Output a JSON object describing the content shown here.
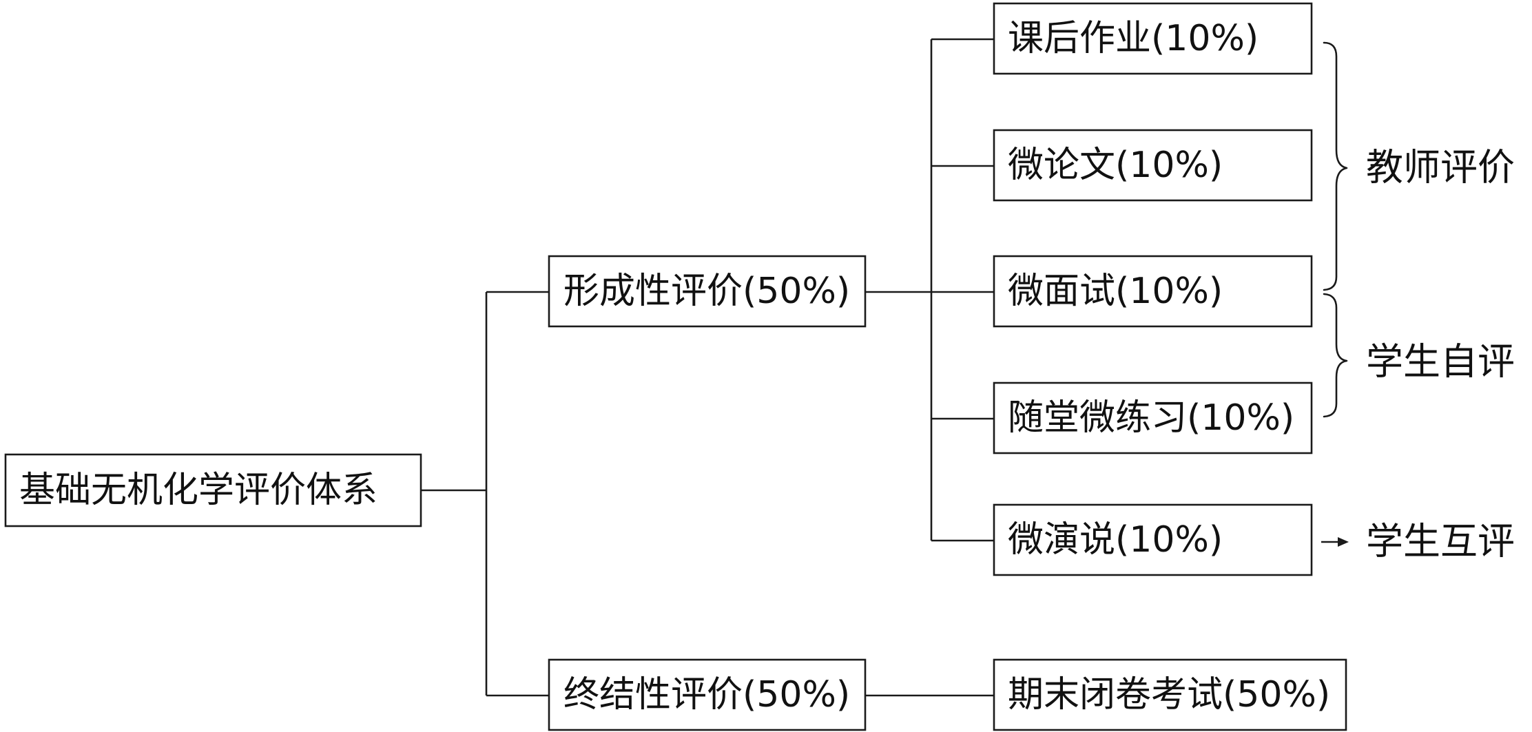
{
  "root": {
    "label": "基础无机化学评价体系"
  },
  "formative": {
    "label": "形成性评价(50%)",
    "items": [
      {
        "label": "课后作业(10%)"
      },
      {
        "label": "微论文(10%)"
      },
      {
        "label": "微面试(10%)"
      },
      {
        "label": "随堂微练习(10%)"
      },
      {
        "label": "微演说(10%)"
      }
    ]
  },
  "summative": {
    "label": "终结性评价(50%)",
    "items": [
      {
        "label": "期末闭卷考试(50%)"
      }
    ]
  },
  "evaluators": {
    "teacher": "教师评价",
    "self": "学生自评",
    "peer": "学生互评"
  }
}
